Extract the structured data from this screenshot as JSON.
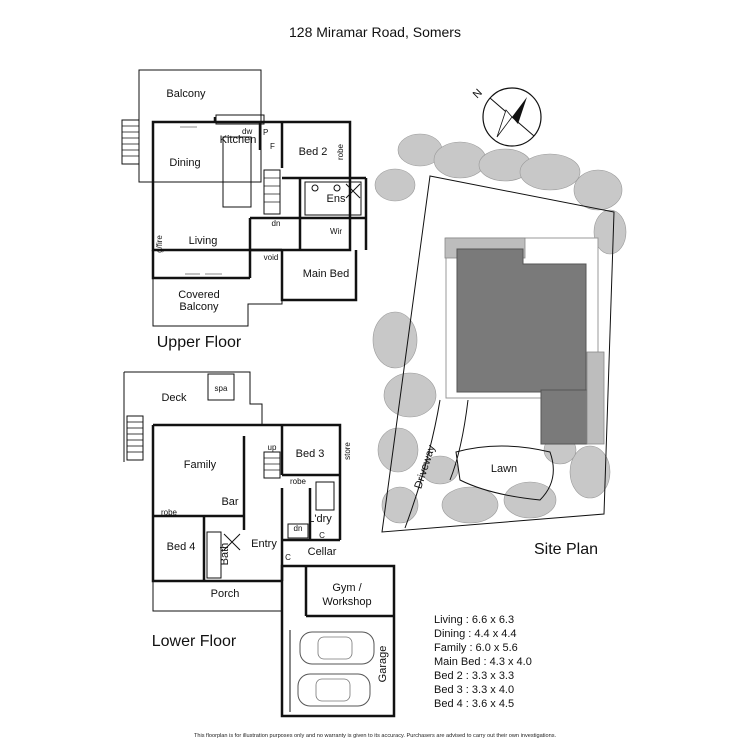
{
  "title": "128 Miramar Road, Somers",
  "upper_floor": {
    "heading": "Upper Floor",
    "rooms": {
      "balcony": "Balcony",
      "kitchen": "Kitchen",
      "dw": "dw",
      "pantry": "P",
      "fridge": "F",
      "dining": "Dining",
      "bed2": "Bed 2",
      "robe": "robe",
      "ens": "Ens",
      "wir": "Wir",
      "dn": "dn",
      "living": "Living",
      "gfire": "g/fire",
      "void": "void",
      "main_bed": "Main Bed",
      "covered_balcony_1": "Covered",
      "covered_balcony_2": "Balcony"
    }
  },
  "lower_floor": {
    "heading": "Lower Floor",
    "rooms": {
      "spa": "spa",
      "deck": "Deck",
      "up": "up",
      "family": "Family",
      "bed3": "Bed 3",
      "store": "store",
      "robe_b3": "robe",
      "bar": "Bar",
      "robe_b4": "robe",
      "laundry": "L'dry",
      "dn": "dn",
      "c1": "C",
      "c2": "C",
      "cellar": "Cellar",
      "bed4": "Bed 4",
      "bath": "Bath",
      "entry": "Entry",
      "porch": "Porch",
      "gym_1": "Gym /",
      "gym_2": "Workshop",
      "garage": "Garage"
    }
  },
  "site_plan": {
    "heading": "Site  Plan",
    "driveway": "Driveway",
    "lawn": "Lawn",
    "north": "N"
  },
  "dimensions": [
    "Living : 6.6 x 6.3",
    "Dining : 4.4 x 4.4",
    "Family : 6.0 x 5.6",
    "Main Bed : 4.3 x 4.0",
    "Bed 2 : 3.3 x 3.3",
    "Bed 3 : 3.3 x 4.0",
    "Bed 4 : 3.6 x 4.5"
  ],
  "disclaimer": "This floorplan is for illustration purposes only and no warranty is given to its accuracy. Purchasers are advised to carry out their own investigations."
}
